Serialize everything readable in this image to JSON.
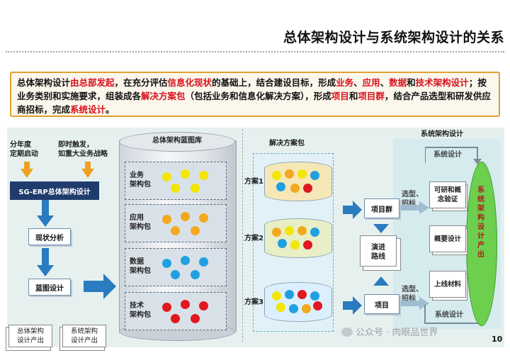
{
  "title": "总体架构设计与系统架构设计的关系",
  "intro": {
    "segments": [
      {
        "text": "总体架构设计",
        "hl": false
      },
      {
        "text": "由总部发起",
        "hl": true
      },
      {
        "text": "，在充分评估",
        "hl": false
      },
      {
        "text": "信息化现状",
        "hl": true
      },
      {
        "text": "的基础上，结合建设目标，形成",
        "hl": false
      },
      {
        "text": "业务",
        "hl": true
      },
      {
        "text": "、",
        "hl": false
      },
      {
        "text": "应用",
        "hl": true
      },
      {
        "text": "、",
        "hl": false
      },
      {
        "text": "数据",
        "hl": true
      },
      {
        "text": "和",
        "hl": false
      },
      {
        "text": "技术架构设计",
        "hl": true
      },
      {
        "text": "；按业务类别和实施要求，组装成各",
        "hl": false
      },
      {
        "text": "解决方案包",
        "hl": true
      },
      {
        "text": "（包括业务和信息化解决方案），形成",
        "hl": false
      },
      {
        "text": "项目",
        "hl": true
      },
      {
        "text": "和",
        "hl": false
      },
      {
        "text": "项目群",
        "hl": true
      },
      {
        "text": "，结合产品选型和研发供应商招标，完成",
        "hl": false
      },
      {
        "text": "系统设计",
        "hl": true
      },
      {
        "text": "。",
        "hl": false
      }
    ]
  },
  "left": {
    "trigger_annual": "分年度\n定期启动",
    "trigger_instant": "即时触发，\n如重大业务战略",
    "sgerp": "SG-ERP总体架构设计",
    "current": "现状分析",
    "blueprint": "蓝图设计",
    "doc_overall": "总体架构\n设计产出",
    "doc_system": "系统架构\n设计产出"
  },
  "library": {
    "title": "总体架构蓝图库",
    "packages": [
      {
        "label": "业务\n架构包",
        "color": "y"
      },
      {
        "label": "应用\n架构包",
        "color": "o"
      },
      {
        "label": "数据\n架构包",
        "color": "b"
      },
      {
        "label": "技术\n架构包",
        "color": "r"
      }
    ]
  },
  "solutions": {
    "title": "解决方案包",
    "items": [
      "方案1",
      "方案2",
      "方案3"
    ]
  },
  "middle": {
    "program": "项目群",
    "project": "项目",
    "roadmap": "演进\n路线",
    "selection_top": "选型、\n招标",
    "selection_bottom": "选型、\n招标"
  },
  "system": {
    "title": "系统架构设计",
    "design_top": "系统设计",
    "design_bottom": "系统设计",
    "items": [
      "可研和概\n念验证",
      "概要设计",
      "上线材料"
    ],
    "output": "系统架构设计产出"
  },
  "watermark": "公众号 · 肉眼品世界",
  "page_number": "10",
  "colors": {
    "yellow": "#f3e600",
    "orange": "#f4a820",
    "blue": "#1fa0e0",
    "red": "#e01820",
    "navy": "#1f3c6c",
    "highlight": "#d8101c"
  }
}
